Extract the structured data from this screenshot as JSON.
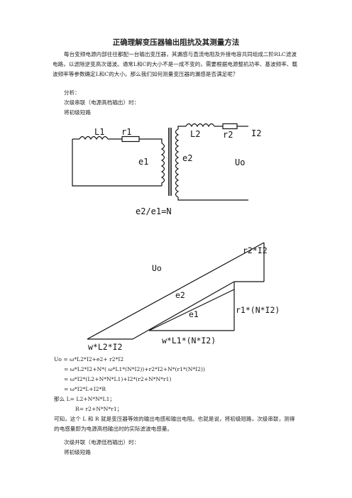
{
  "title": "正确理解变压器输出阻抗及其测量方法",
  "intro": "每台变频电源内部往往都配一台输出变压器，其漏感与直流电阻及外接电容共同组成二阶RLC滤波电路，以滤除逆变高次谐波。通常L和C的大小不是一成不变的，需要根据电源整机功率、基波频率、载波频率等参数确定L和C的大小。那么我们如何测量变压器的漏感是否满足呢？",
  "analysis": "分析：",
  "case1": "次级串联（电源高档输出）时：",
  "short1": "将初级短路",
  "circuit": {
    "L1": "L1",
    "r1": "r1",
    "L2": "L2",
    "r2": "r2",
    "I2": "I2",
    "e1": "e1",
    "e2": "e2",
    "Uo": "Uo",
    "ratio": "e2/e1=N"
  },
  "phasor": {
    "r2I2": "r2*I2",
    "Uo": "Uo",
    "e2": "e2",
    "e1": "e1",
    "r1NI2": "r1*(N*I2)",
    "wL2I2": "w*L2*I2",
    "wL1NI2": "w*L1*(N*I2)"
  },
  "formulas": [
    "Uo = ω*L2*I2+e2+ r2*I2",
    "= ω*L2*I2+N*( ω*L1*(N*I2))+r2*I2+N*(r1*(N*I2))",
    "= ω*I2*(L2+N*N*L1)+I2*(r2+N*N*r1)",
    "= ω*I2*L+I2*R"
  ],
  "then": "那么 L= L2+N*N*L1；",
  "rline": "R= r2+N*N*r1；",
  "conclusion": "可知，这个 L 和 R 就是变压器等效的输出电感和输出电阻。也就是说，将初级短路，次级串联，测得的电感量即为电源高档输出时的实际滤波电感量。",
  "case2": "次级并联（电源低档输出）时：",
  "short2": "将初级短路"
}
